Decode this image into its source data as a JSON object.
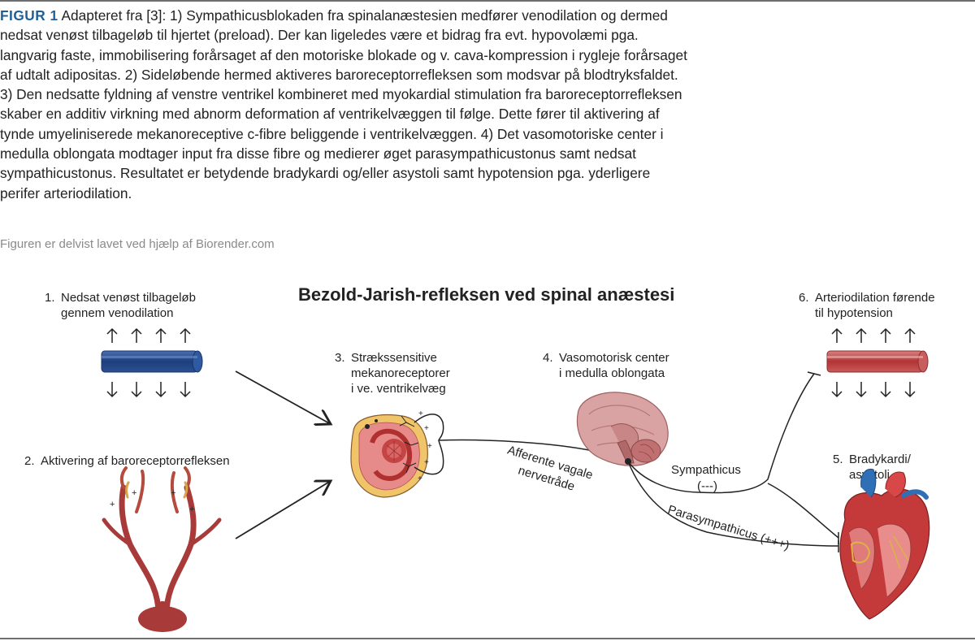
{
  "caption": {
    "fig_label": "FIGUR 1",
    "text": "Adapteret fra [3]: 1) Sympathicusblokaden fra spinalanæstesien medfører venodilation og dermed nedsat venøst tilbageløb til hjertet (preload). Der kan ligeledes være et bidrag fra evt. hypovolæmi pga. langvarig faste, immobilisering forårsaget af den motoriske blokade og v. cava-kompression i rygleje forårsaget af udtalt adipositas. 2) Sideløbende hermed aktiveres baroreceptorrefleksen som modsvar på blodtryksfaldet. 3) Den nedsatte fyldning af venstre ventrikel kombineret med myokardial stimulation fra baroreceptorrefleksen skaber en additiv virkning med abnorm deformation af ventrikelvæggen til følge. Dette fører til aktivering af tynde umyeliniserede mekanoreceptive c-fibre beliggende i ventrikelvæggen. 4) Det vasomotoriske center i medulla oblongata modtager input fra disse fibre og medierer øget parasympathicustonus samt nedsat sympathicustonus. Resultatet er betydende bradykardi og/eller asystoli samt hypotension pga. yderligere perifer arteriodilation.",
    "credit": "Figuren er delvist lavet ved hjælp af Biorender.com"
  },
  "diagram": {
    "title": "Bezold-Jarish-refleksen ved spinal anæstesi",
    "steps": [
      {
        "num": "1.",
        "line1": "Nedsat venøst tilbageløb",
        "line2": "gennem venodilation"
      },
      {
        "num": "2.",
        "line1": "Aktivering af baroreceptorrefleksen"
      },
      {
        "num": "3.",
        "line1": "Strækssensitive",
        "line2": "mekanoreceptorer",
        "line3": "i ve. ventrikelvæg"
      },
      {
        "num": "4.",
        "line1": "Vasomotorisk center",
        "line2": "i medulla oblongata"
      },
      {
        "num": "5.",
        "line1": "Bradykardi/",
        "line2": "asystoli"
      },
      {
        "num": "6.",
        "line1": "Arteriodilation førende",
        "line2": "til hypotension"
      }
    ],
    "pathways": {
      "afferent_line1": "Afferente vagale",
      "afferent_line2": "nervetråde",
      "sympathicus_line1": "Sympathicus",
      "sympathicus_line2": "(---)",
      "parasympathicus": "Parasympathicus (+++)"
    },
    "colors": {
      "accent": "#1f5f99",
      "vein": "#1d3f7c",
      "artery": "#b23434",
      "tissue": "#a83a3a"
    }
  }
}
